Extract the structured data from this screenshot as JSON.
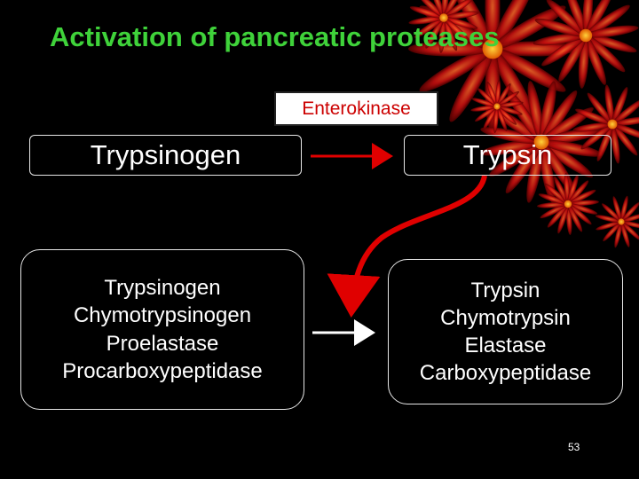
{
  "slide": {
    "title": "Activation of pancreatic proteases",
    "enzyme_label": "Enterokinase",
    "precursor_single": "Trypsinogen",
    "active_single": "Trypsin",
    "precursors": [
      "Trypsinogen",
      "Chymotrypsinogen",
      "Proelastase",
      "Procarboxypeptidase"
    ],
    "actives": [
      "Trypsin",
      "Chymotrypsin",
      "Elastase",
      "Carboxypeptidase"
    ],
    "page_number": "53"
  },
  "colors": {
    "background": "#000000",
    "title": "#3fd23a",
    "enzyme_text": "#cc0000",
    "arrow_red": "#e00000",
    "arrow_white": "#ffffff"
  },
  "decoration": {
    "icon": "red-flower-icon"
  }
}
